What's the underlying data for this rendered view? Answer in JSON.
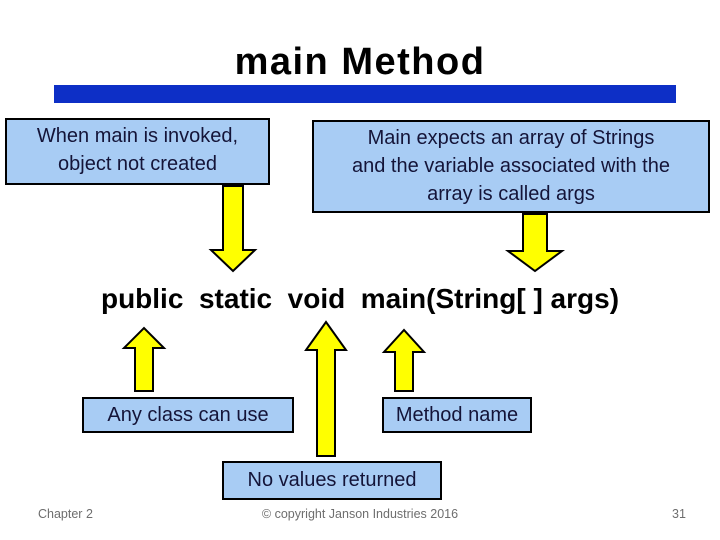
{
  "slide": {
    "title": "main Method",
    "callout_invoked": {
      "lines": [
        "When main is invoked,",
        "object not created"
      ]
    },
    "callout_expects": {
      "lines": [
        "Main expects an array of Strings",
        "and the variable associated with the",
        "array is called args"
      ]
    },
    "code_line": "public  static  void  main(String[ ] args)",
    "label_any_class": "Any class can use",
    "label_method_name": "Method name",
    "label_no_values": "No values returned",
    "footer": {
      "chapter": "Chapter 2",
      "copyright": "© copyright Janson Industries 2016",
      "page_number": "31"
    }
  },
  "colors": {
    "accent-bar-blue": "#0d2fc6",
    "callout-fill-blue": "#a8ccf4",
    "box-border-black": "#000000",
    "arrow-yellow": "#ffff00",
    "body-text-navy": "#141438",
    "code-text-black": "#000000",
    "footer-gray": "#6e6e6e",
    "background-white": "#ffffff"
  }
}
